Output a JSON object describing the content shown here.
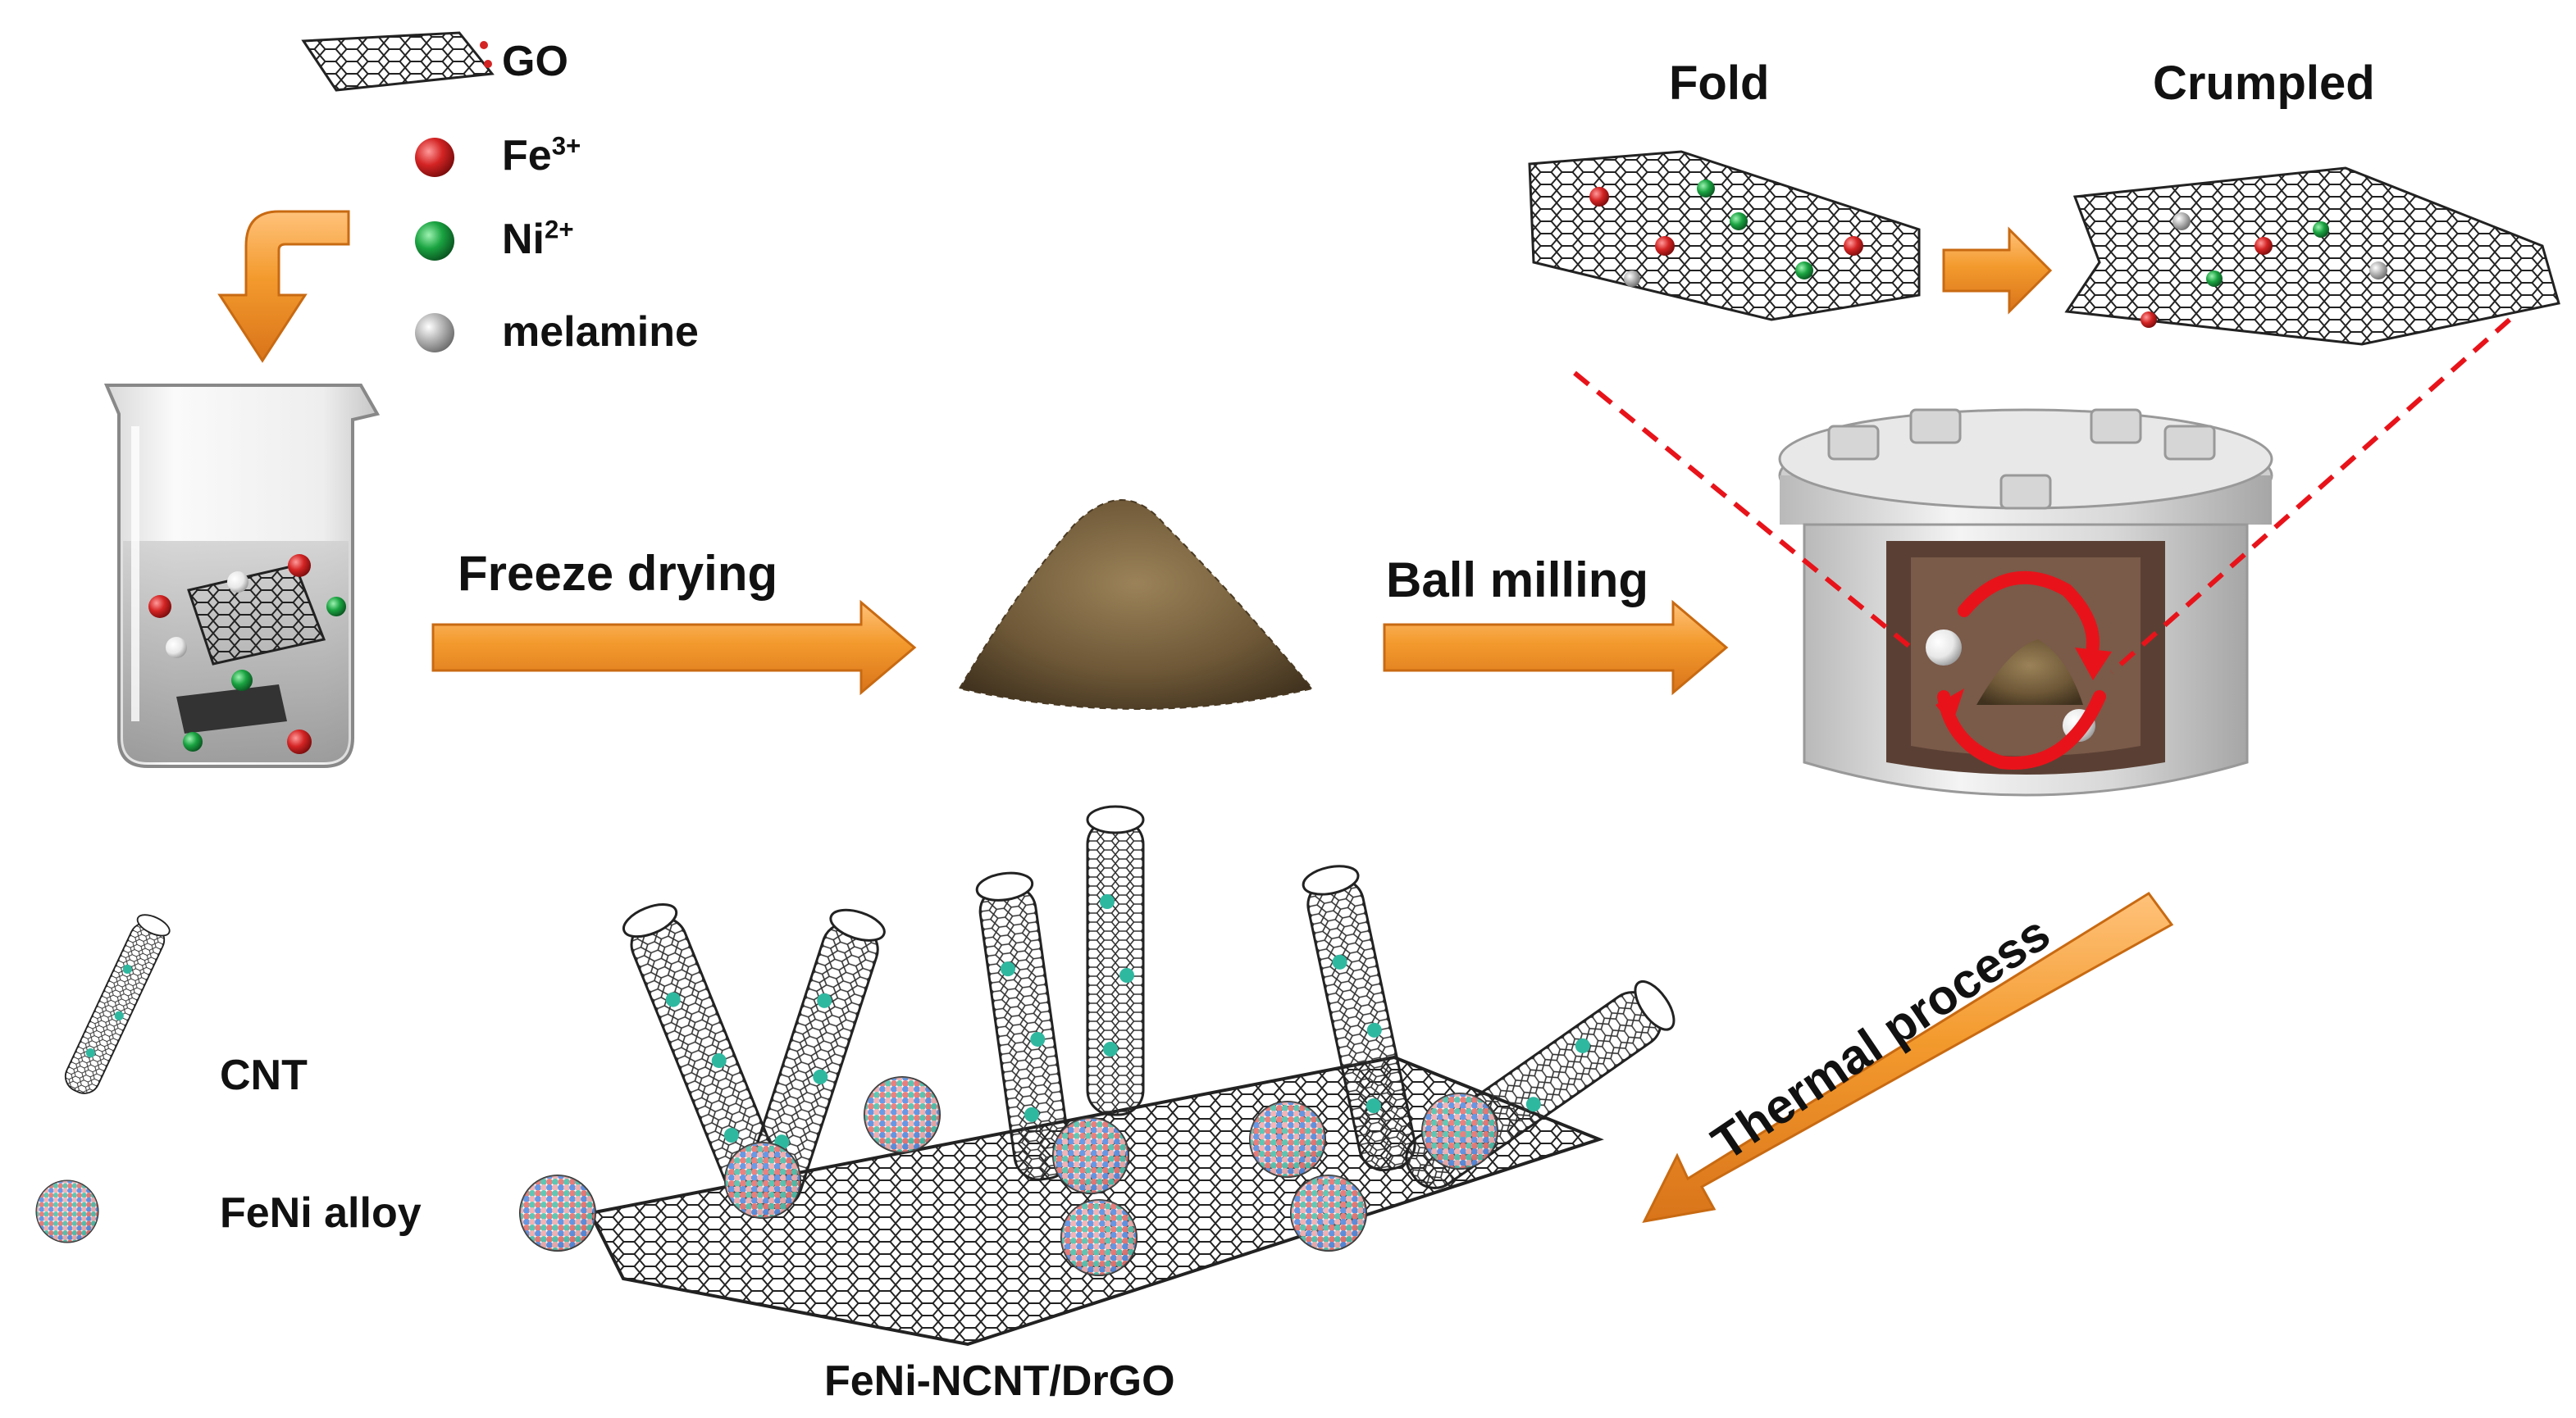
{
  "legend_top": {
    "go": "GO",
    "fe_base": "Fe",
    "fe_charge": "3+",
    "ni_base": "Ni",
    "ni_charge": "2+",
    "melamine": "melamine"
  },
  "steps": {
    "freeze_drying": "Freeze  drying",
    "ball_milling": "Ball milling",
    "thermal_process": "Thermal process"
  },
  "inset": {
    "fold": "Fold",
    "crumpled": "Crumpled"
  },
  "legend_bottom": {
    "cnt": "CNT",
    "feni_alloy": "FeNi alloy"
  },
  "product": {
    "caption": "FeNi-NCNT/DrGO"
  },
  "colors": {
    "arrow_orange": "#f39a2d",
    "fe_red": "#d42424",
    "ni_green": "#1aa341",
    "melamine_gray": "#b5b5b5",
    "rotation_red": "#e8131a",
    "powder_brown": "#6e5837",
    "cnt_teal": "#2fb8a0"
  },
  "icons": [
    "graphene-oxide-sheet",
    "beaker",
    "powder-pile",
    "ball-mill-jar",
    "rotation-arrows",
    "carbon-nanotube",
    "feni-alloy-particle"
  ]
}
